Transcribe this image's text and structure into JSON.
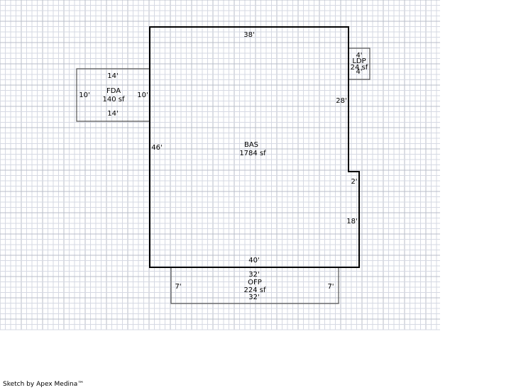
{
  "footer": "Sketch by Apex Medina™",
  "colors": {
    "grid_minor": "#d6d9e3",
    "grid_major": "#b9bdc9",
    "outline": "#000000",
    "outline_thin": "#555555"
  },
  "areas": {
    "bas": {
      "code": "BAS",
      "area": "1784 sf",
      "dims": {
        "top": "38'",
        "right_upper": "28'",
        "jog": "2'",
        "right_lower": "18'",
        "bottom": "40'",
        "left": "46'"
      }
    },
    "fda": {
      "code": "FDA",
      "area": "140 sf",
      "dims": {
        "top": "14'",
        "bottom": "14'",
        "left": "10'",
        "right": "10'"
      }
    },
    "ofp": {
      "code": "OFP",
      "area": "224 sf",
      "dims": {
        "top": "32'",
        "bottom": "32'",
        "left": "7'",
        "right": "7'"
      }
    },
    "ldp": {
      "code": "LDP",
      "area": "24 sf",
      "dims": {
        "top": "4'",
        "bottom": "4'"
      }
    }
  }
}
